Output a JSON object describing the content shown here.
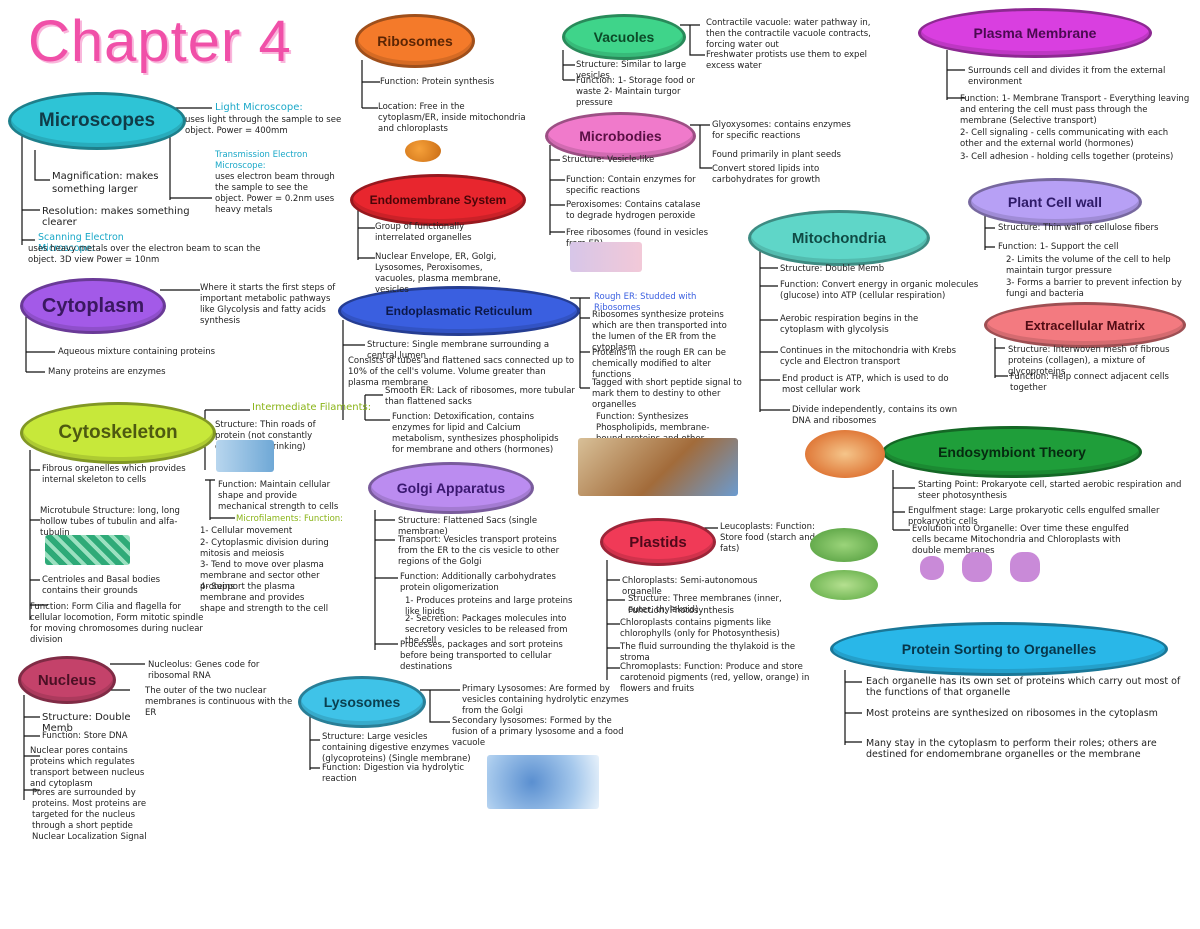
{
  "title": "Chapter 4",
  "colors": {
    "microscopes": "#2ec4d6",
    "cytoplasm": "#a35ae8",
    "cytoskeleton": "#c7e83a",
    "nucleus": "#c4426a",
    "ribosomes": "#f47a2a",
    "endomembrane": "#e8262e",
    "er": "#3a5fe0",
    "golgi": "#bb8cf0",
    "lysosomes": "#3fc3e8",
    "vacuoles": "#3fd48a",
    "microbodies": "#f07acb",
    "mitochondria": "#5fd6c8",
    "plastids": "#f03a57",
    "plasma": "#d93fe0",
    "plantwall": "#b7a0f5",
    "ecm": "#f37a80",
    "endosymbiont": "#1f9e3a",
    "protein": "#29b7e8"
  },
  "bubbles": {
    "microscopes": "Microscopes",
    "cytoplasm": "Cytoplasm",
    "cytoskeleton": "Cytoskeleton",
    "nucleus": "Nucleus",
    "ribosomes": "Ribosomes",
    "endomembrane": "Endomembrane System",
    "er": "Endoplasmatic Reticulum",
    "golgi": "Golgi Apparatus",
    "lysosomes": "Lysosomes",
    "vacuoles": "Vacuoles",
    "microbodies": "Microbodies",
    "mitochondria": "Mitochondria",
    "plastids": "Plastids",
    "plasma": "Plasma Membrane",
    "plantwall": "Plant Cell wall",
    "ecm": "Extracellular Matrix",
    "endosymbiont": "Endosymbiont Theory",
    "protein": "Protein Sorting to Organelles"
  },
  "microscopes": {
    "light": "Light Microscope:",
    "light_desc": "uses light through the sample to see object. Power = 400mm",
    "tem": "Transmission Electron Microscope:",
    "tem_desc": "uses electron beam through the sample to see the object. Power = 0.2nm uses heavy metals",
    "mag": "Magnification: makes something larger",
    "res": "Resolution: makes something clearer",
    "sem": "Scanning Electron Microscope:",
    "sem_desc": "uses heavy metals over the electron beam to scan the object. 3D view Power = 10nm"
  },
  "cytoplasm": {
    "where": "Where it starts the first steps of important metabolic pathways like Glycolysis and fatty acids synthesis",
    "aqueous": "Aqueous mixture containing proteins",
    "enzymes": "Many proteins are enzymes"
  },
  "cytoskeleton": {
    "intermediate": "Intermediate Filaments:",
    "int_structure": "Structure: Thin roads of protein (not constantly growing or shrinking)",
    "int_function": "Function: Maintain cellular shape and provide mechanical strength to cells",
    "fibrous": "Fibrous organelles which provides internal skeleton to cells",
    "micro_structure": "Microtubule Structure: long, long hollow tubes of tubulin and alfa-tubulin",
    "centrioles": "Centrioles and Basal bodies contains their grounds",
    "micro_function": "Function: Form Cilia and flagella for cellular locomotion, Form mitotic spindle for moving chromosomes during nuclear division",
    "microfilaments": "Microfilaments: Function:",
    "mf_1": "1- Cellular movement",
    "mf_2": "2- Cytoplasmic division during mitosis and meiosis",
    "mf_3": "3- Tend to move over plasma membrane and sector other proteins",
    "mf_4": "4- Support the plasma membrane and provides shape and strength to the cell"
  },
  "nucleus": {
    "nucleolus": "Nucleolus: Genes code for ribosomal RNA",
    "outer": "The outer of the two nuclear membranes is continuous with the ER",
    "structure": "Structure: Double Memb",
    "function": "Function: Store DNA",
    "pores": "Nuclear pores contains proteins which regulates transport between nucleus and cytoplasm",
    "pores2": "Pores are surrounded by proteins. Most proteins are targeted for the nucleus through a short peptide Nuclear Localization Signal"
  },
  "ribosomes": {
    "function": "Function: Protein synthesis",
    "location": "Location: Free in the cytoplasm/ER, inside mitochondria and chloroplasts"
  },
  "endomembrane": {
    "group": "Group of functionally interrelated organelles",
    "members": "Nuclear Envelope, ER, Golgi, Lysosomes, Peroxisomes, vacuoles, plasma membrane, vesicles"
  },
  "er": {
    "rough": "Rough ER: Studded with Ribosomes",
    "rough_desc": "Ribosomes synthesize proteins which are then transported into the lumen of the ER from the cytoplasm",
    "rough_2": "Proteins in the rough ER can be chemically modified to alter functions",
    "rough_3": "Tagged with short peptide signal to mark them to destiny to other organelles",
    "structure": "Structure: Single membrane surrounding a central lumen",
    "cisternae": "Consists of tubes and flattened sacs connected up to 10% of the cell's volume. Volume greater than plasma membrane",
    "smooth": "Smooth ER: Lack of ribosomes, more tubular than flattened sacks",
    "smooth_fn": "Function: Detoxification, contains enzymes for lipid and Calcium metabolism, synthesizes phospholipids for membrane and others (hormones)",
    "smooth_fn2": "Function: Synthesizes Phospholipids, membrane-bound proteins and other proteins"
  },
  "golgi": {
    "structure": "Structure: Flattened Sacs (single membrane)",
    "transport": "Transport: Vesicles transport proteins from the ER to the cis vesicle to other regions of the Golgi",
    "function": "Function: Additionally carbohydrates protein oligomerization",
    "f1": "1- Produces proteins and large proteins like lipids",
    "f2": "2- Secretion: Packages molecules into secretory vesicles to be released from the cell",
    "f3": "Processes, packages and sort proteins before being transported to cellular destinations"
  },
  "lysosomes": {
    "primary": "Primary Lysosomes: Are formed by vesicles containing hydrolytic enzymes from the Golgi",
    "secondary": "Secondary lysosomes: Formed by the fusion of a primary lysosome and a food vacuole",
    "structure": "Structure: Large vesicles containing digestive enzymes (glycoproteins) (Single membrane)",
    "function": "Function: Digestion via hydrolytic reaction"
  },
  "vacuoles": {
    "contractile": "Contractile vacuole: water pathway in, then the contractile vacuole contracts, forcing water out",
    "structure": "Structure: Similar to large vesicles",
    "function": "Function: 1- Storage food or waste 2- Maintain turgor pressure",
    "protists": "Freshwater protists use them to expel excess water"
  },
  "microbodies": {
    "glyoxysomes": "Glyoxysomes: contains enzymes for specific reactions",
    "plant": "Found primarily in plant seeds",
    "convert": "Convert stored lipids into carbohydrates for growth",
    "structure": "Structure: Vesicle-like",
    "function": "Function: Contain enzymes for specific reactions",
    "peroxisomes": "Peroxisomes: Contains catalase to degrade hydrogen peroxide",
    "free": "Free ribosomes (found in vesicles from ER)"
  },
  "mitochondria": {
    "structure": "Structure: Double Memb",
    "function": "Function: Convert energy in organic molecules (glucose) into ATP (cellular respiration)",
    "aerobic": "Aerobic respiration begins in the cytoplasm with glycolysis",
    "continues": "Continues in the mitochondria with Krebs cycle and Electron transport",
    "end": "End product is ATP, which is used to do most cellular work",
    "divide": "Divide independently, contains its own DNA and ribosomes"
  },
  "plastids": {
    "leucoplasts": "Leucoplasts: Function: Store food (starch and fats)",
    "chloroplasts": "Chloroplasts: Semi-autonomous organelle",
    "structure": "Structure: Three membranes (inner, outer, thylakoid)",
    "function": "Function: Photosynthesis",
    "chlorophyll": "Chloroplasts contains pigments like chlorophylls (only for Photosynthesis)",
    "fluid": "The fluid surrounding the thylakoid is the stroma",
    "chromoplasts": "Chromoplasts: Function: Produce and store carotenoid pigments (red, yellow, orange) in flowers and fruits"
  },
  "plasma": {
    "surround": "Surrounds cell and divides it from the external environment",
    "function": "Function: 1- Membrane Transport - Everything leaving and entering the cell must pass through the membrane (Selective transport)",
    "signal": "2- Cell signaling - cells communicating with each other and the external world (hormones)",
    "adhesion": "3- Cell adhesion - holding cells together (proteins)"
  },
  "plantwall": {
    "structure": "Structure: Thin wall of cellulose fibers",
    "function": "Function: 1- Support the cell",
    "f1": "2- Limits the volume of the cell to help maintain turgor pressure",
    "f2": "3- Forms a barrier to prevent infection by fungi and bacteria"
  },
  "ecm": {
    "structure": "Structure: Interwoven mesh of fibrous proteins (collagen), a mixture of glycoproteins",
    "function": "Function: Help connect adjacent cells together"
  },
  "endosymbiont": {
    "stage1": "Starting Point: Prokaryote cell, started aerobic respiration and steer photosynthesis",
    "stage2": "Engulfment stage: Large prokaryotic cells engulfed smaller prokaryotic cells",
    "stage3": "Evolution into Organelle: Over time these engulfed cells became Mitochondria and Chloroplasts with double membranes"
  },
  "protein": {
    "p1": "Each organelle has its own set of proteins which carry out most of the functions of that organelle",
    "p2": "Most proteins are synthesized on ribosomes in the cytoplasm",
    "p3": "Many stay in the cytoplasm to perform their roles; others are destined for endomembrane organelles or the membrane"
  }
}
